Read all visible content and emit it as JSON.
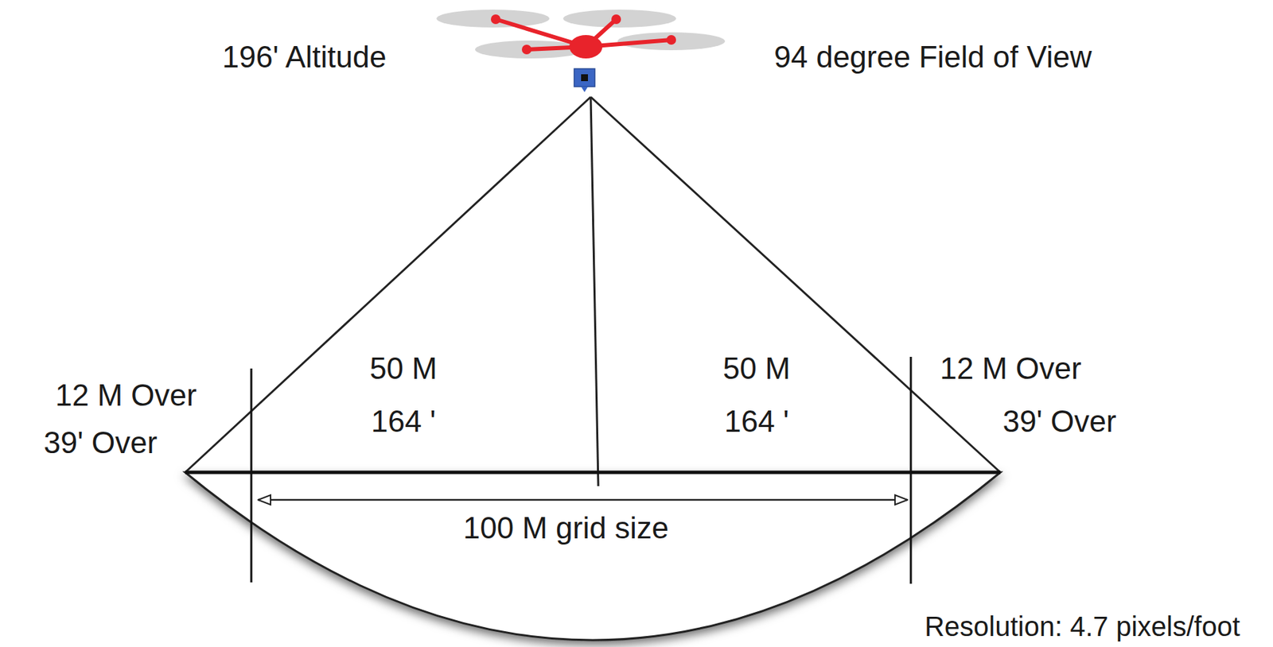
{
  "diagram": {
    "labels": [
      "196' Altitude",
      "94 degree Field of View",
      "12 M Over",
      "39' Over",
      "50 M",
      "164 '",
      "50 M",
      "164 '",
      "12 M Over",
      "39' Over",
      "100 M grid size",
      "Resolution: 4.7 pixels/foot"
    ]
  }
}
